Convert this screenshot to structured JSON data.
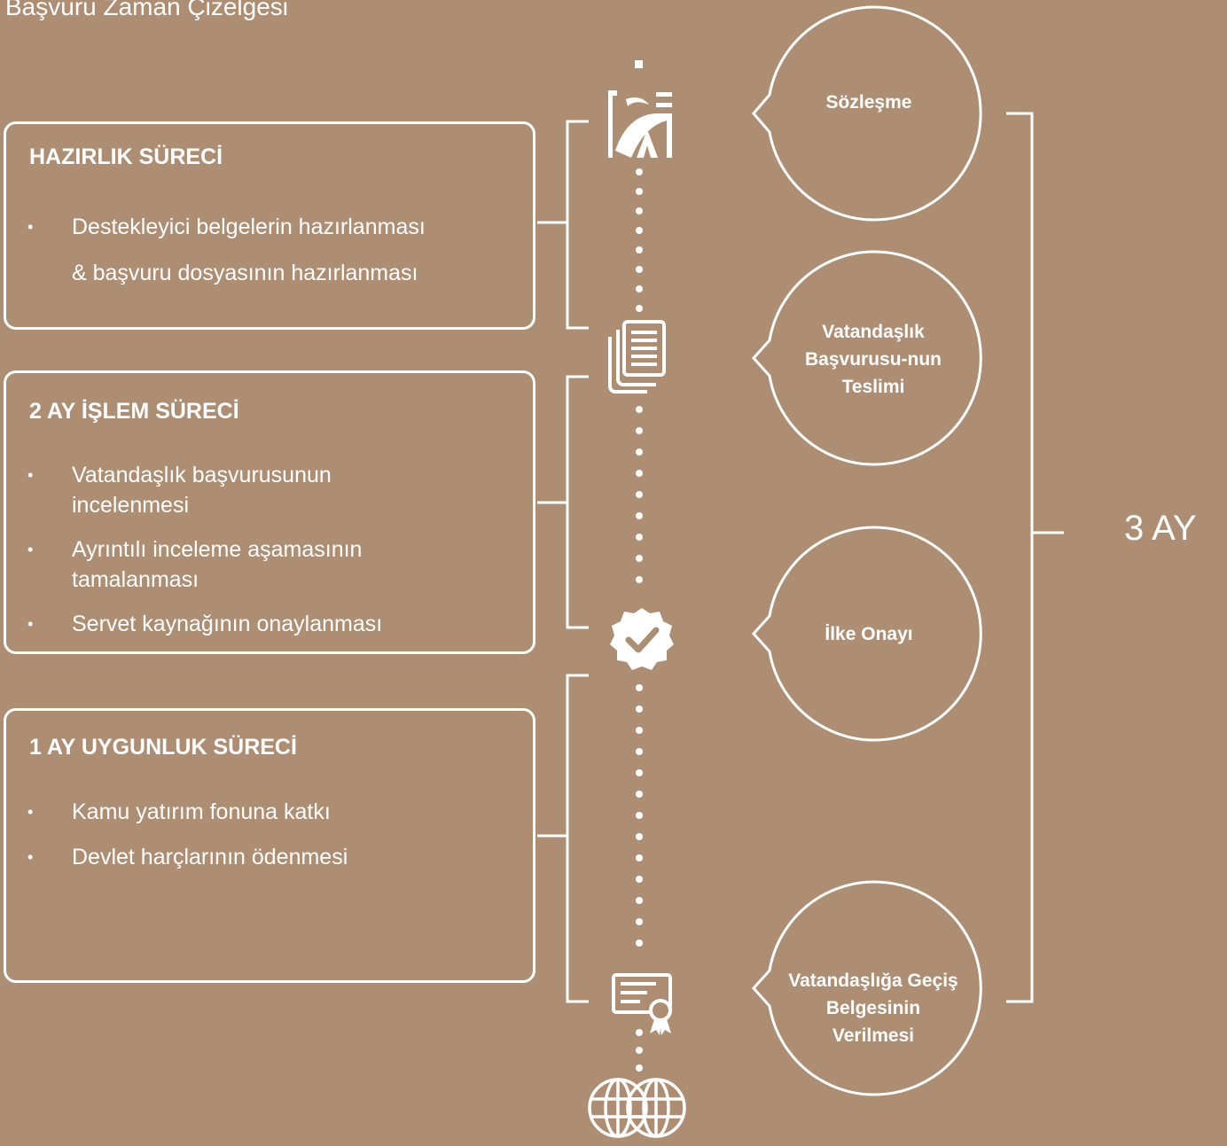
{
  "title": "Başvuru Zaman Çizelgesi",
  "colors": {
    "background": "#ad8e72",
    "foreground": "#ffffff"
  },
  "panels": [
    {
      "heading": "HAZIRLIK SÜRECİ",
      "items": [
        "Destekleyici belgelerin hazırlanması",
        "& başvuru dosyasının hazırlanması"
      ]
    },
    {
      "heading": "2 AY İŞLEM SÜRECİ",
      "items": [
        "Vatandaşlık başvurusunun incelenmesi",
        "Ayrıntılı inceleme aşamasının tamalanması",
        "Servet kaynağının onaylanması"
      ]
    },
    {
      "heading": "1 AY UYGUNLUK SÜRECİ",
      "items": [
        "Kamu yatırım fonuna katkı",
        "Devlet harçlarının ödenmesi"
      ]
    }
  ],
  "milestones": [
    {
      "label": "Sözleşme",
      "icon": "contract-signing-icon"
    },
    {
      "label": "Vatandaşlık Başvurusu-nun Teslimi",
      "icon": "documents-icon"
    },
    {
      "label": "İlke Onayı",
      "icon": "approved-badge-icon"
    },
    {
      "label": "Vatandaşlığa Geçiş Belgesinin Verilmesi",
      "icon": "certificate-icon"
    }
  ],
  "end_icon": "globe-icon",
  "duration": "3 AY"
}
